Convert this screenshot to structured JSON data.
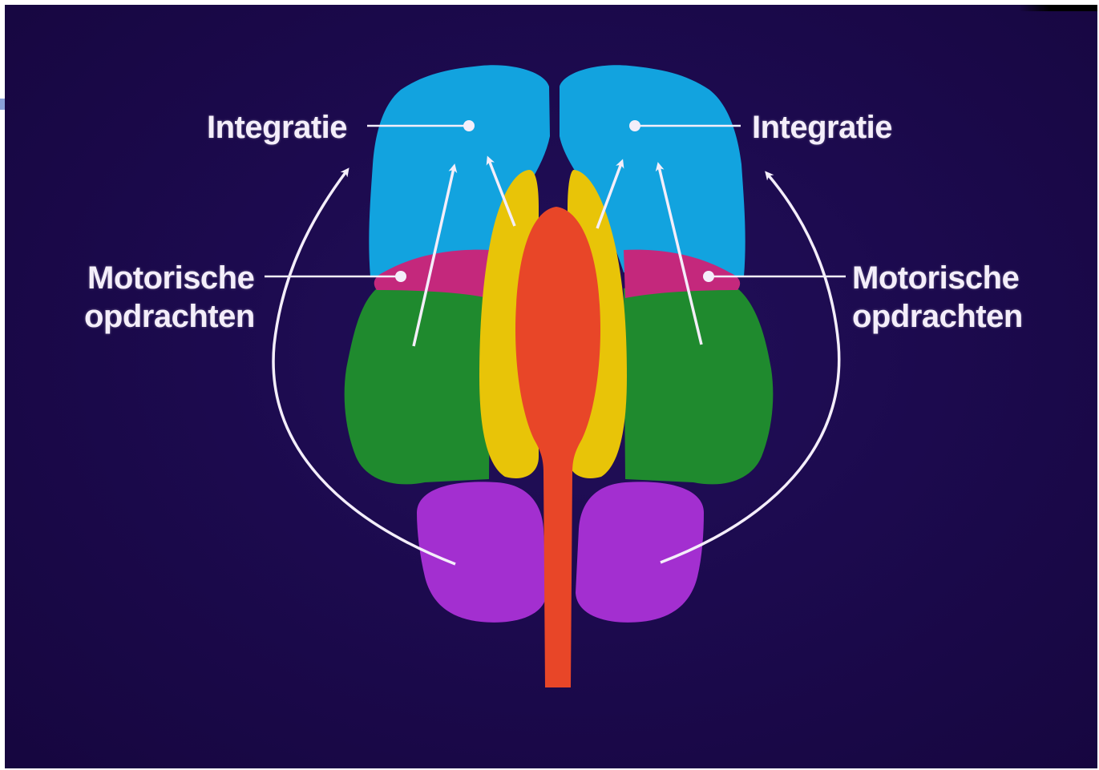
{
  "labels": {
    "integration_left": "Integratie",
    "integration_right": "Integratie",
    "motor_left_line1": "Motorische",
    "motor_left_line2": "opdrachten",
    "motor_right_line1": "Motorische",
    "motor_right_line2": "opdrachten"
  },
  "colors": {
    "background": "#1c0a4e",
    "frontal_lobe": "#12a3df",
    "motor_band": "#c4287c",
    "middle_lobe": "#1f8a2e",
    "inner_band": "#e8c408",
    "brainstem": "#e84628",
    "cerebellum": "#a32fd0",
    "arrows": "#f4eefa"
  }
}
